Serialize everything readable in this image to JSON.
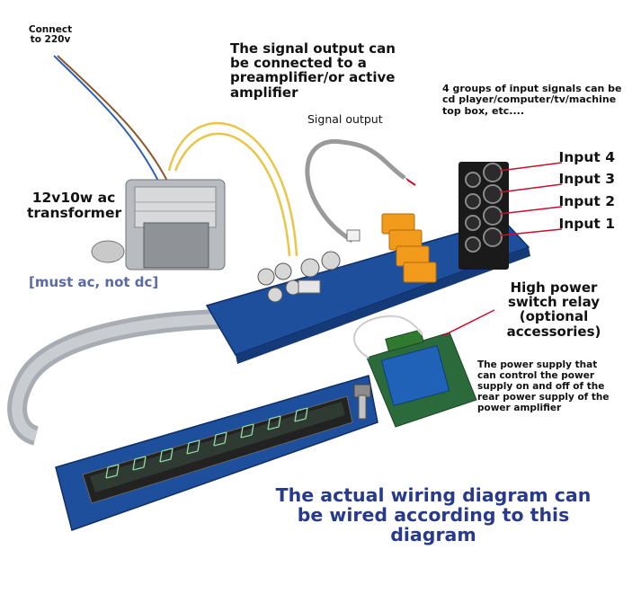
{
  "labels": {
    "connect_220": "Connect to 220v",
    "signal_output_desc": "The signal output can be connected to a preamplifier/or active amplifier",
    "signal_output": "Signal output",
    "input_groups": "4 groups of input signals can be cd player/computer/tv/machine top box, etc....",
    "input_4": "Input 4",
    "input_3": "Input 3",
    "input_2": "Input 2",
    "input_1": "Input 1",
    "transformer": "12v10w ac transformer",
    "must_ac": "[must ac, not dc]",
    "relay": "High power switch relay (optional accessories)",
    "psu_control": "The power supply that can control the power supply on and off of the rear power supply of the power amplifier",
    "wiring_note": "The actual wiring diagram can be wired according to this diagram"
  },
  "colors": {
    "pcb_blue": "#1d4f9c",
    "relay_orange": "#f29a1c",
    "relay_blue": "#1f62b8",
    "wire_yellow": "#e9c64a",
    "callout_red": "#c8102e",
    "note_blue": "#283a8c",
    "must_ac_blue": "#5a6aa6",
    "vfd_green": "#8fd3a2"
  }
}
